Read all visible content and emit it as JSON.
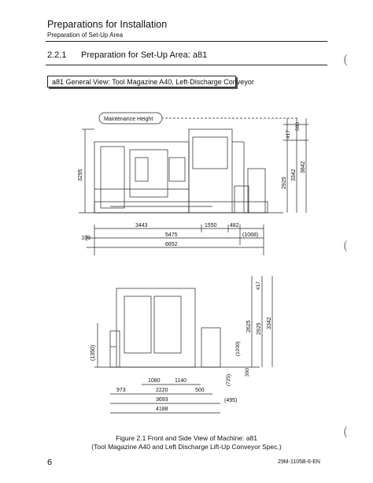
{
  "header": {
    "title": "Preparations for Installation",
    "subtitle": "Preparation of Set-Up Area"
  },
  "section": {
    "number": "2.2.1",
    "title": "Preparation for Set-Up Area: a81"
  },
  "view_caption": "a81 General View: Tool Magazine A40, Left-Discharge Conveyor",
  "front_view": {
    "maintenance_label": "Maintenance Height",
    "dims_bottom": [
      "3443",
      "1550",
      "482",
      "109",
      "5475",
      "(1068)",
      "6652"
    ],
    "dims_left": [
      "3295"
    ],
    "dims_right": [
      "500",
      "417",
      "2925",
      "3342",
      "3842"
    ]
  },
  "side_view": {
    "dims_bottom": [
      "1080",
      "1140",
      "973",
      "2220",
      "500",
      "3693",
      "(495)",
      "4188"
    ],
    "dims_left": [
      "(1350)"
    ],
    "dims_right": [
      "417",
      "(1200)",
      "(725)",
      "300",
      "2625",
      "2925",
      "3342"
    ]
  },
  "figure_caption": {
    "line1": "Figure 2.1  Front and Side View of Machine: a81",
    "line2": "(Tool Magazine A40 and Left Discharge Lift-Up Conveyor Spec.)"
  },
  "footer": {
    "page_number": "6",
    "doc_code": "29M-1105B-6-EN"
  },
  "margin_marks": [
    "(",
    "(",
    "("
  ]
}
